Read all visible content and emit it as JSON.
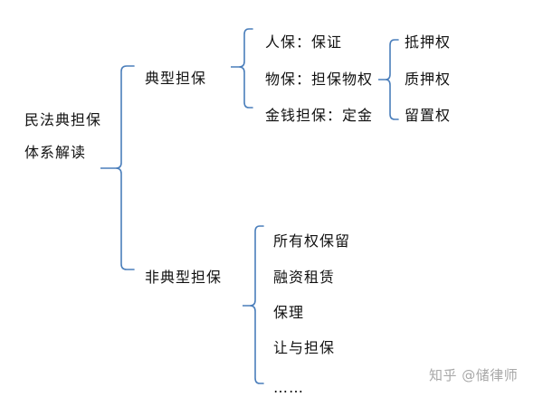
{
  "root": {
    "line1": "民法典担保",
    "line2": "体系解读"
  },
  "branches": {
    "typical": {
      "label": "典型担保",
      "items": [
        "人保：保证",
        "物保：担保物权",
        "金钱担保：定金"
      ],
      "sub_items": [
        "抵押权",
        "质押权",
        "留置权"
      ]
    },
    "atypical": {
      "label": "非典型担保",
      "items": [
        "所有权保留",
        "融资租赁",
        "保理",
        "让与担保",
        "……"
      ]
    }
  },
  "watermark": {
    "text": "知乎 @储律师"
  },
  "colors": {
    "bracket": "#4a7ebb",
    "text": "#111111",
    "watermark": "#a8a8a8"
  }
}
